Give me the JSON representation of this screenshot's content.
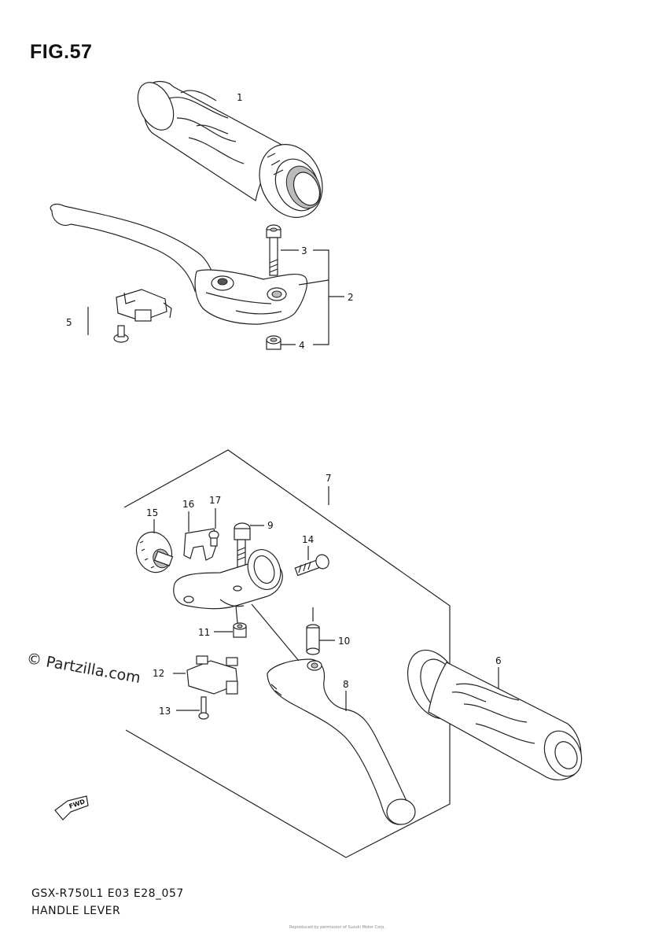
{
  "figure": {
    "title": "FIG.57",
    "watermark": "© Partzilla.com",
    "model_code": "GSX-R750L1 E03 E28_057",
    "diagram_name": "HANDLE LEVER",
    "fine_print": "Reproduced by permission of Suzuki Motor Corp.",
    "fwd_label": "FWD"
  },
  "callouts": [
    {
      "id": "1",
      "label": "1"
    },
    {
      "id": "2",
      "label": "2"
    },
    {
      "id": "3",
      "label": "3"
    },
    {
      "id": "4",
      "label": "4"
    },
    {
      "id": "5",
      "label": "5"
    },
    {
      "id": "6",
      "label": "6"
    },
    {
      "id": "7",
      "label": "7"
    },
    {
      "id": "8",
      "label": "8"
    },
    {
      "id": "9",
      "label": "9"
    },
    {
      "id": "10",
      "label": "10"
    },
    {
      "id": "11",
      "label": "11"
    },
    {
      "id": "12",
      "label": "12"
    },
    {
      "id": "13",
      "label": "13"
    },
    {
      "id": "14",
      "label": "14"
    },
    {
      "id": "15",
      "label": "15"
    },
    {
      "id": "16",
      "label": "16"
    },
    {
      "id": "17",
      "label": "17"
    }
  ]
}
